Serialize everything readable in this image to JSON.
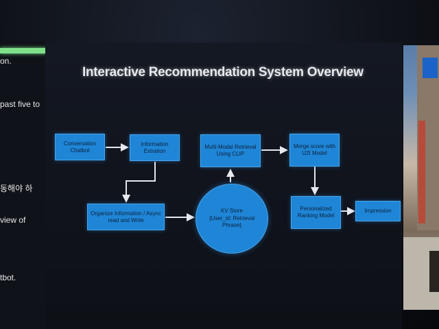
{
  "slide": {
    "title": "Interactive Recommendation System Overview"
  },
  "left_slide": {
    "lines": [
      "on.",
      "past five to",
      "동해야 하",
      "view of",
      "tbot."
    ]
  },
  "diagram": {
    "nodes": {
      "conversation": "Conversation Chatbot",
      "extraction": "Information Extration",
      "organize": "Organize Information / Async read and Write",
      "kv_store_title": "KV Store",
      "kv_store_sub": "{User_id: Retrieval Phrase}",
      "retrieval": "Multi-Modal Retrieval Using CLIP",
      "merge": "Merge score with U2I Model",
      "ranking": "Personalized Ranking Model",
      "impression": "Impression"
    }
  },
  "colors": {
    "node_fill": "#1f85d6",
    "node_border": "#4aa6ea",
    "arrow": "#e6e8ee",
    "title": "#e9eaf0",
    "accent_green": "#7fe08a"
  }
}
